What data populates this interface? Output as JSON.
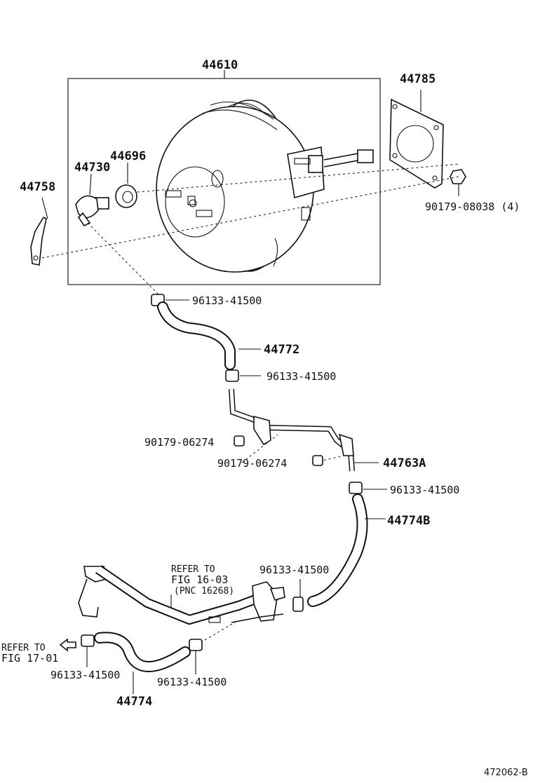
{
  "labels": {
    "booster_assy": "44610",
    "gasket": "44785",
    "grommet": "44696",
    "check_valve": "44730",
    "bracket": "44758",
    "nut": "90179-08038 (4)",
    "clip_1": "96133-41500",
    "hose_upper": "44772",
    "clip_2": "96133-41500",
    "nut_a": "90179-06274",
    "nut_b": "90179-06274",
    "union_pipe": "44763A",
    "clip_3": "96133-41500",
    "hose_mid": "44774B",
    "clip_4": "96133-41500",
    "clip_left": "96133-41500",
    "clip_bottom": "96133-41500",
    "hose_lower": "44774"
  },
  "refs": {
    "refer_1_line1": "REFER TO",
    "refer_1_line2": "FIG 16-03",
    "refer_1_line3": "(PNC 16268)",
    "refer_2_line1": "REFER TO",
    "refer_2_line2": "FIG 17-01"
  },
  "figure_id": "472062-B"
}
